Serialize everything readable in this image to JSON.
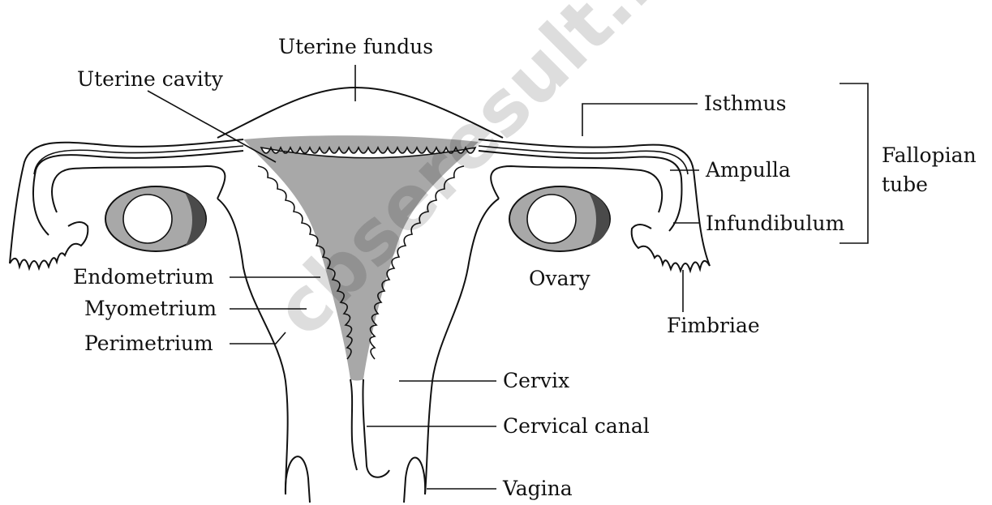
{
  "diagram": {
    "labels": {
      "uterine_fundus": "Uterine fundus",
      "uterine_cavity": "Uterine cavity",
      "isthmus": "Isthmus",
      "ampulla": "Ampulla",
      "infundibulum": "Infundibulum",
      "fallopian_tube_line1": "Fallopian",
      "fallopian_tube_line2": "tube",
      "ovary": "Ovary",
      "fimbriae": "Fimbriae",
      "endometrium": "Endometrium",
      "myometrium": "Myometrium",
      "perimetrium": "Perimetrium",
      "cervix": "Cervix",
      "cervical_canal": "Cervical canal",
      "vagina": "Vagina"
    },
    "watermark": "cbseresult.in",
    "colors": {
      "line": "#111111",
      "endometrium_fill": "#a8a8a8",
      "ovary_light": "#a8a8a8",
      "ovary_dark": "#4a4a4a",
      "background": "#ffffff"
    }
  }
}
